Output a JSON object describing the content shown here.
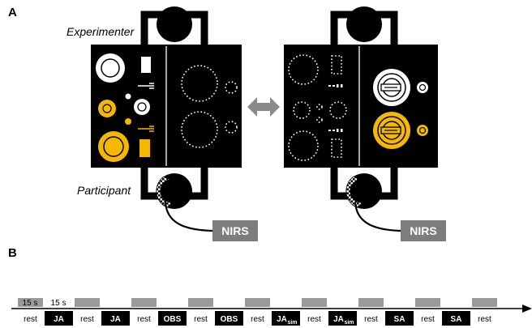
{
  "panels": {
    "a": "A",
    "b": "B"
  },
  "roles": {
    "experimenter": "Experimenter",
    "participant": "Participant"
  },
  "device_label": "NIRS",
  "timeline": {
    "rest_marker_label": "15 s",
    "task_marker_label": "15 s",
    "blocks": [
      {
        "label": "rest",
        "kind": "rest"
      },
      {
        "label": "JA",
        "kind": "task"
      },
      {
        "label": "rest",
        "kind": "rest"
      },
      {
        "label": "JA",
        "kind": "task"
      },
      {
        "label": "rest",
        "kind": "rest"
      },
      {
        "label": "OBS",
        "kind": "task"
      },
      {
        "label": "rest",
        "kind": "rest"
      },
      {
        "label": "OBS",
        "kind": "task"
      },
      {
        "label": "rest",
        "kind": "rest"
      },
      {
        "label": "JA",
        "sub": "sim",
        "kind": "task"
      },
      {
        "label": "rest",
        "kind": "rest"
      },
      {
        "label": "JA",
        "sub": "sim",
        "kind": "task"
      },
      {
        "label": "rest",
        "kind": "rest"
      },
      {
        "label": "SA",
        "kind": "task"
      },
      {
        "label": "rest",
        "kind": "rest"
      },
      {
        "label": "SA",
        "kind": "task"
      },
      {
        "label": "rest",
        "kind": "rest"
      }
    ]
  },
  "colors": {
    "table": "#000000",
    "yellow": "#f5b800",
    "rest_marker": "#9a9a9a",
    "arrow": "#8a8a8a",
    "nirs_box": "#7d7d7d"
  }
}
